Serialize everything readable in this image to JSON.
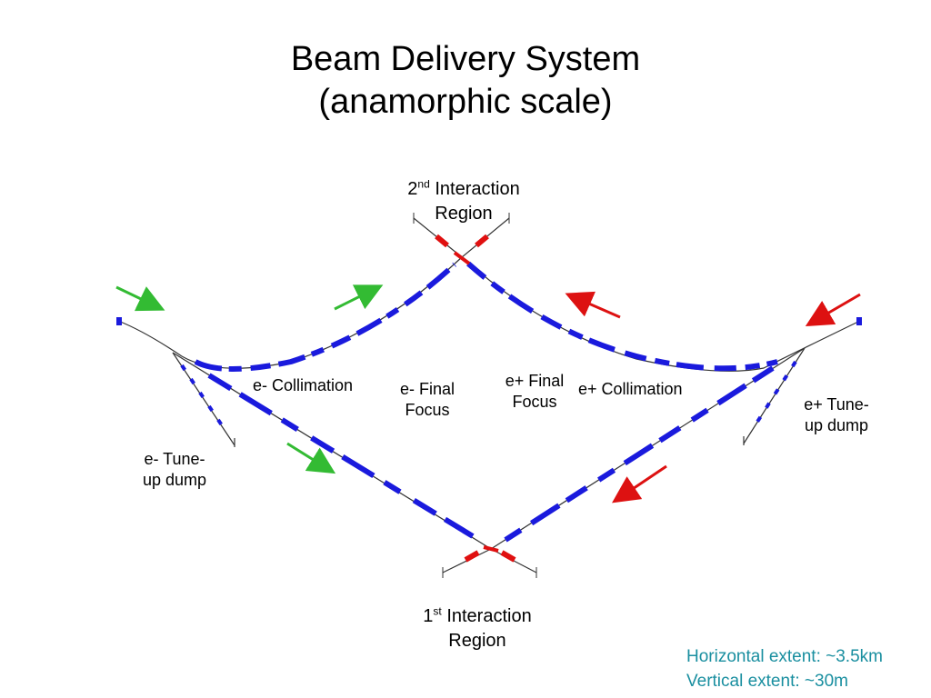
{
  "title": {
    "line1": "Beam Delivery System",
    "line2": "(anamorphic scale)"
  },
  "labels": {
    "ir2_num": "2",
    "ir2_sup": "nd",
    "ir2_text": "Interaction",
    "ir2_line2": "Region",
    "ir1_num": "1",
    "ir1_sup": "st",
    "ir1_text": "Interaction",
    "ir1_line2": "Region",
    "e_minus_collimation": "e- Collimation",
    "e_minus_final_l1": "e- Final",
    "e_minus_final_l2": "Focus",
    "e_plus_final_l1": "e+ Final",
    "e_plus_final_l2": "Focus",
    "e_plus_collimation": "e+ Collimation",
    "e_minus_dump_l1": "e- Tune-",
    "e_minus_dump_l2": "up dump",
    "e_plus_dump_l1": "e+ Tune-",
    "e_plus_dump_l2": "up dump"
  },
  "extent": {
    "horizontal": "Horizontal extent: ~3.5km",
    "vertical": "Vertical extent: ~30m"
  },
  "colors": {
    "beamline": "#333333",
    "magnet": "#1a1add",
    "final_focus": "#e01010",
    "electron_arrow": "#33bb33",
    "positron_arrow": "#dd1111",
    "extent_text": "#1a8fa0"
  }
}
